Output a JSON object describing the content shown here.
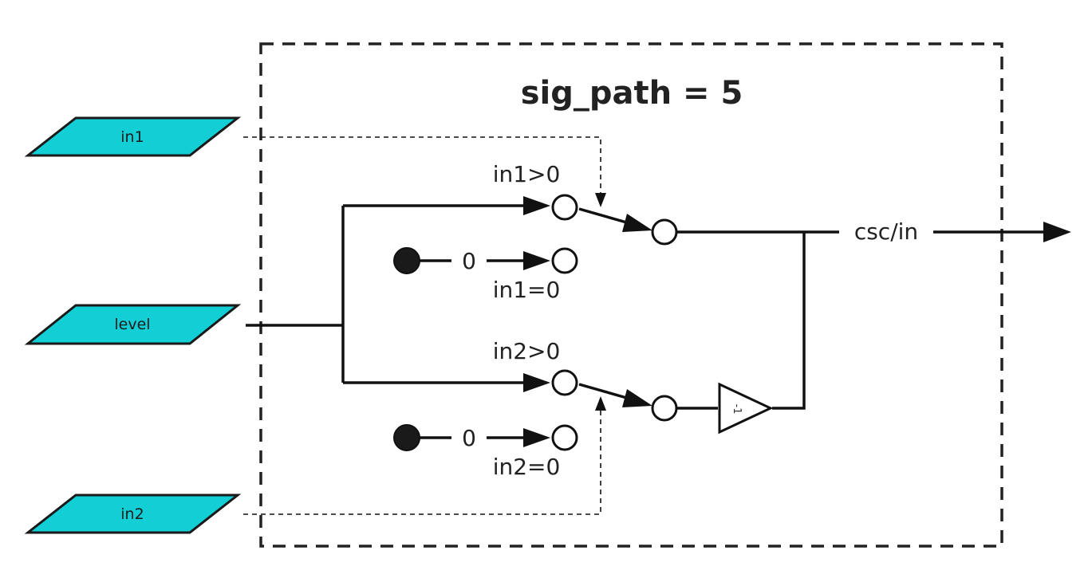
{
  "title": "sig_path = 5",
  "inputs": {
    "in1": "in1",
    "level": "level",
    "in2": "in2"
  },
  "switch_labels": {
    "in1_pos": "in1>0",
    "in1_zero": "in1=0",
    "in2_pos": "in2>0",
    "in2_zero": "in2=0"
  },
  "constants": {
    "upper_zero": "0",
    "lower_zero": "0"
  },
  "gain": "-1",
  "output_label": "csc/in",
  "colors": {
    "input_fill": "#12cfd6",
    "stroke": "#111111"
  }
}
